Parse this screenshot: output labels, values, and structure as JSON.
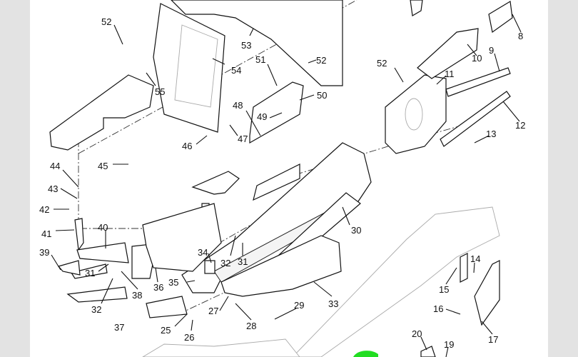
{
  "diagram": {
    "callouts": [
      {
        "id": "52a",
        "label": "52"
      },
      {
        "id": "53",
        "label": "53"
      },
      {
        "id": "54",
        "label": "54"
      },
      {
        "id": "55",
        "label": "55"
      },
      {
        "id": "51",
        "label": "51"
      },
      {
        "id": "52b",
        "label": "52"
      },
      {
        "id": "50",
        "label": "50"
      },
      {
        "id": "48",
        "label": "48"
      },
      {
        "id": "49",
        "label": "49"
      },
      {
        "id": "47",
        "label": "47"
      },
      {
        "id": "46",
        "label": "46"
      },
      {
        "id": "45",
        "label": "45"
      },
      {
        "id": "44",
        "label": "44"
      },
      {
        "id": "43",
        "label": "43"
      },
      {
        "id": "42",
        "label": "42"
      },
      {
        "id": "41",
        "label": "41"
      },
      {
        "id": "40",
        "label": "40"
      },
      {
        "id": "39",
        "label": "39"
      },
      {
        "id": "31a",
        "label": "31"
      },
      {
        "id": "32a",
        "label": "32"
      },
      {
        "id": "38",
        "label": "38"
      },
      {
        "id": "37",
        "label": "37"
      },
      {
        "id": "36",
        "label": "36"
      },
      {
        "id": "35",
        "label": "35"
      },
      {
        "id": "34",
        "label": "34"
      },
      {
        "id": "32b",
        "label": "32"
      },
      {
        "id": "31b",
        "label": "31"
      },
      {
        "id": "30",
        "label": "30"
      },
      {
        "id": "33",
        "label": "33"
      },
      {
        "id": "29",
        "label": "29"
      },
      {
        "id": "28",
        "label": "28"
      },
      {
        "id": "27",
        "label": "27"
      },
      {
        "id": "25",
        "label": "25"
      },
      {
        "id": "26",
        "label": "26"
      },
      {
        "id": "52c",
        "label": "52"
      },
      {
        "id": "11",
        "label": "11"
      },
      {
        "id": "10",
        "label": "10"
      },
      {
        "id": "9",
        "label": "9"
      },
      {
        "id": "8",
        "label": "8"
      },
      {
        "id": "12",
        "label": "12"
      },
      {
        "id": "13",
        "label": "13"
      },
      {
        "id": "14",
        "label": "14"
      },
      {
        "id": "15",
        "label": "15"
      },
      {
        "id": "16",
        "label": "16"
      },
      {
        "id": "17",
        "label": "17"
      },
      {
        "id": "20",
        "label": "20"
      },
      {
        "id": "19",
        "label": "19"
      }
    ],
    "colors": {
      "background": "#ffffff",
      "gutter": "#e3e3e3",
      "line": "#111111",
      "highlight": "#22dd22"
    }
  }
}
